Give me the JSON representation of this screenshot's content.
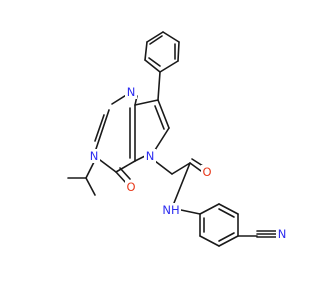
{
  "structure": {
    "atoms": [
      {
        "id": "n1",
        "element": "N",
        "label": "N",
        "color": "#2c2cf0"
      },
      {
        "id": "n3",
        "element": "N",
        "label": "N",
        "color": "#2c2cf0"
      },
      {
        "id": "n5",
        "element": "N",
        "label": "N",
        "color": "#2c2cf0"
      },
      {
        "id": "o4",
        "element": "O",
        "label": "O",
        "color": "#e83a1c"
      },
      {
        "id": "oa",
        "element": "O",
        "label": "O",
        "color": "#e83a1c"
      },
      {
        "id": "nh",
        "element": "N",
        "label": "NH",
        "color": "#2c2cf0"
      },
      {
        "id": "ncn",
        "element": "N",
        "label": "N",
        "color": "#2c2cf0"
      }
    ],
    "colors": {
      "bond": "#1a1a1a",
      "nitrogen": "#2c2cf0",
      "oxygen": "#e83a1c",
      "carbon": "#1a1a1a"
    }
  }
}
